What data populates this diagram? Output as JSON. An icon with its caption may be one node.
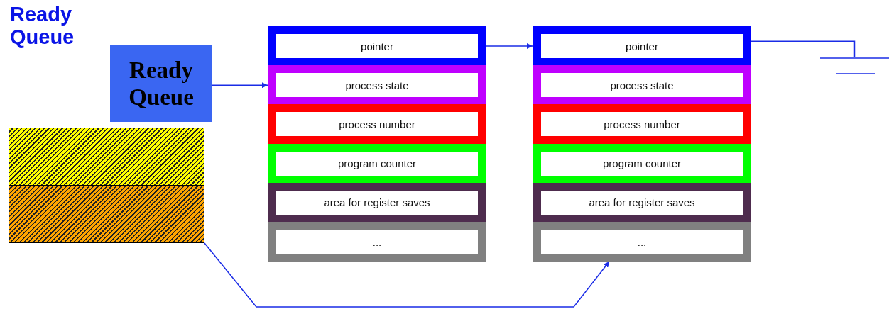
{
  "diagram": {
    "title": "Ready Queue",
    "nodes": [
      {
        "text": [],
        "shape": "box"
      },
      {
        "text": [],
        "shape": "box"
      },
      {
        "text": [
          "Ready Queue"
        ]
      },
      {
        "text": [
          "pointer"
        ]
      },
      {
        "text": [
          "process state"
        ]
      },
      {
        "text": [
          "process number"
        ]
      },
      {
        "text": [
          "program counter"
        ]
      },
      {
        "text": [
          "area for register saves"
        ]
      },
      {
        "text": [
          "..."
        ]
      },
      {
        "text": [
          "pointer"
        ]
      },
      {
        "text": [
          "process state"
        ]
      },
      {
        "text": [
          "process number"
        ]
      },
      {
        "text": [
          "program counter"
        ]
      },
      {
        "text": [
          "area for register saves"
        ]
      },
      {
        "text": [
          "..."
        ]
      },
      {
        "text": [],
        "shape": "ground"
      }
    ],
    "edges": [
      {
        "from": 2,
        "to": 4,
        "arrow": "to"
      },
      {
        "from": 3,
        "to": 9,
        "arrow": "to"
      },
      {
        "from": 1,
        "to": 14,
        "arrow": "to"
      },
      {
        "from": 9,
        "to": 15,
        "arrow": "none"
      }
    ]
  }
}
